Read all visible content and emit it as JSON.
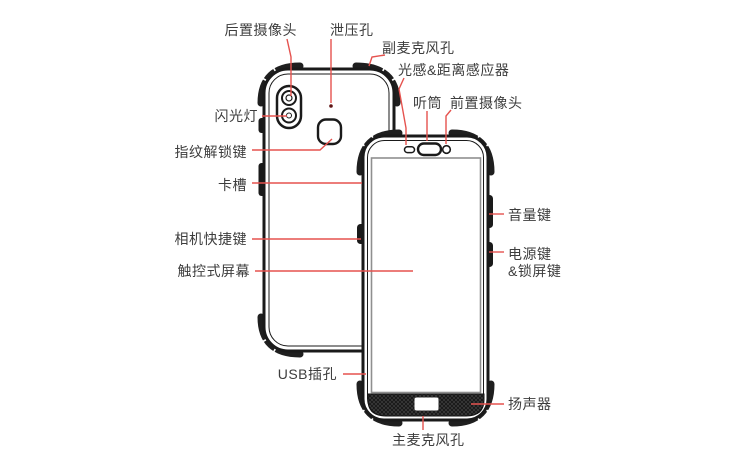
{
  "diagram": {
    "subject": "rugged-smartphone-front-and-back-annotated-diagram",
    "labels": {
      "rear_camera": "后置摄像头",
      "vent_hole": "泄压孔",
      "secondary_mic": "副麦克风孔",
      "light_distance_sensor": "光感&距离感应器",
      "earpiece": "听筒",
      "front_camera": "前置摄像头",
      "flash": "闪光灯",
      "fingerprint_key": "指纹解锁键",
      "card_slot": "卡槽",
      "camera_shortcut_key": "相机快捷键",
      "touch_screen": "触控式屏幕",
      "usb_port": "USB插孔",
      "main_mic": "主麦克风孔",
      "speaker": "扬声器",
      "volume_key": "音量键",
      "power_lock_key": "电源键\n&锁屏键"
    },
    "colors": {
      "callout_line": "#e5524e",
      "label_text": "#3d3d3d",
      "phone_outline": "#1a1a1a",
      "screen_border": "#8f8f8f",
      "speaker_grille": "#161616",
      "background": "#ffffff"
    }
  }
}
